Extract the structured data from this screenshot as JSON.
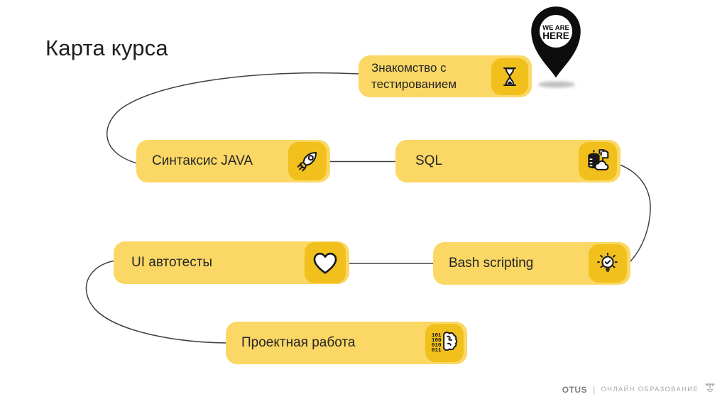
{
  "slide": {
    "title": "Карта курса"
  },
  "pin": {
    "line1": "WE ARE",
    "line2": "HERE"
  },
  "nodes": [
    {
      "id": "intro",
      "label": "Знакомство с тестированием",
      "icon": "hourglass-icon"
    },
    {
      "id": "java",
      "label": "Синтаксис JAVA",
      "icon": "rocket-icon"
    },
    {
      "id": "sql",
      "label": "SQL",
      "icon": "database-cloud-icon"
    },
    {
      "id": "ui",
      "label": "UI автотесты",
      "icon": "heart-icon"
    },
    {
      "id": "bash",
      "label": "Bash scripting",
      "icon": "lightbulb-check-icon"
    },
    {
      "id": "project",
      "label": "Проектная работа",
      "icon": "binary-brain-icon"
    }
  ],
  "edges": [
    [
      "intro",
      "java"
    ],
    [
      "java",
      "sql"
    ],
    [
      "sql",
      "bash"
    ],
    [
      "bash",
      "ui"
    ],
    [
      "ui",
      "project"
    ]
  ],
  "binary": {
    "l1": "101",
    "l2": "100",
    "l3": "010",
    "l4": "011"
  },
  "footer": {
    "brand": "OTUS",
    "divider": "|",
    "tagline": "ОНЛАЙН ОБРАЗОВАНИЕ"
  },
  "colors": {
    "node_fill": "#FBD765",
    "icon_tile": "#F2C01C",
    "connector": "#404040",
    "pin": "#0d0d0d",
    "title_text": "#1f1f1f"
  }
}
